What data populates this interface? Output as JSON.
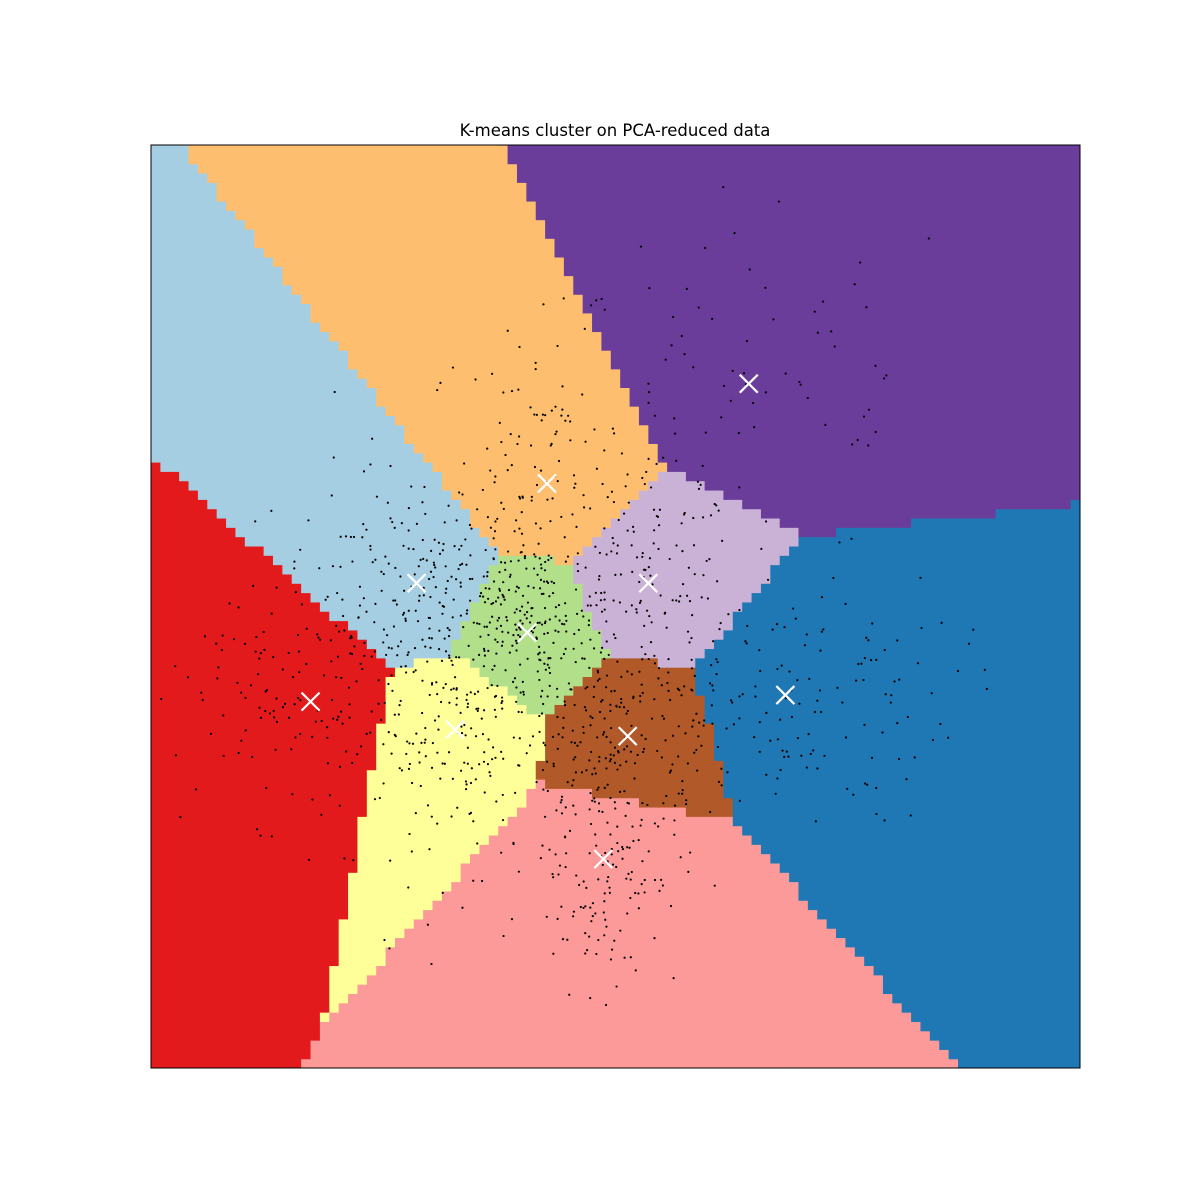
{
  "chart_data": {
    "type": "scatter",
    "title": "K-means cluster on PCA-reduced data",
    "xlabel": "",
    "ylabel": "",
    "xlim": [
      -4.9,
      5.0
    ],
    "ylim": [
      -4.9,
      5.0
    ],
    "xticks": [],
    "yticks": [],
    "grid": false,
    "legend": "none",
    "n_clusters": 10,
    "region_colors": [
      "#a6cee3",
      "#1f78b4",
      "#b2df8a",
      "#33a02c",
      "#fb9a99",
      "#e31a1c",
      "#fdbf6f",
      "#ff7f00",
      "#cab2d6",
      "#6a3d9a",
      "#ffff99",
      "#b15928"
    ],
    "point_color": "#000000",
    "centroid_color": "#ffffff",
    "centroids": [
      {
        "name": "light-blue",
        "x": -2.07,
        "y": 0.3,
        "color": "#a6cee3"
      },
      {
        "name": "orange",
        "x": -0.68,
        "y": 1.37,
        "color": "#fdbf6f"
      },
      {
        "name": "purple",
        "x": 1.47,
        "y": 2.44,
        "color": "#6a3d9a"
      },
      {
        "name": "lavender",
        "x": 0.4,
        "y": 0.3,
        "color": "#cab2d6"
      },
      {
        "name": "green",
        "x": -0.89,
        "y": -0.23,
        "color": "#b2df8a"
      },
      {
        "name": "dark-blue",
        "x": 1.86,
        "y": -0.9,
        "color": "#1f78b4"
      },
      {
        "name": "red",
        "x": -3.2,
        "y": -0.97,
        "color": "#e31a1c"
      },
      {
        "name": "yellow",
        "x": -1.66,
        "y": -1.27,
        "color": "#ffff99"
      },
      {
        "name": "brown",
        "x": 0.18,
        "y": -1.34,
        "color": "#b15928"
      },
      {
        "name": "pink",
        "x": -0.08,
        "y": -2.66,
        "color": "#fb9a99"
      }
    ],
    "cluster_spreads": [
      {
        "name": "light-blue",
        "sx": 0.75,
        "sy": 0.62,
        "n": 170
      },
      {
        "name": "orange",
        "sx": 0.65,
        "sy": 0.85,
        "n": 150
      },
      {
        "name": "purple",
        "sx": 1.2,
        "sy": 1.0,
        "n": 70
      },
      {
        "name": "lavender",
        "sx": 0.5,
        "sy": 0.55,
        "n": 110
      },
      {
        "name": "green",
        "sx": 0.45,
        "sy": 0.5,
        "n": 180
      },
      {
        "name": "dark-blue",
        "sx": 0.9,
        "sy": 0.7,
        "n": 140
      },
      {
        "name": "red",
        "sx": 0.9,
        "sy": 0.65,
        "n": 150
      },
      {
        "name": "yellow",
        "sx": 0.55,
        "sy": 0.8,
        "n": 170
      },
      {
        "name": "brown",
        "sx": 0.6,
        "sy": 0.5,
        "n": 160
      },
      {
        "name": "pink",
        "sx": 0.4,
        "sy": 0.7,
        "n": 160
      }
    ]
  }
}
